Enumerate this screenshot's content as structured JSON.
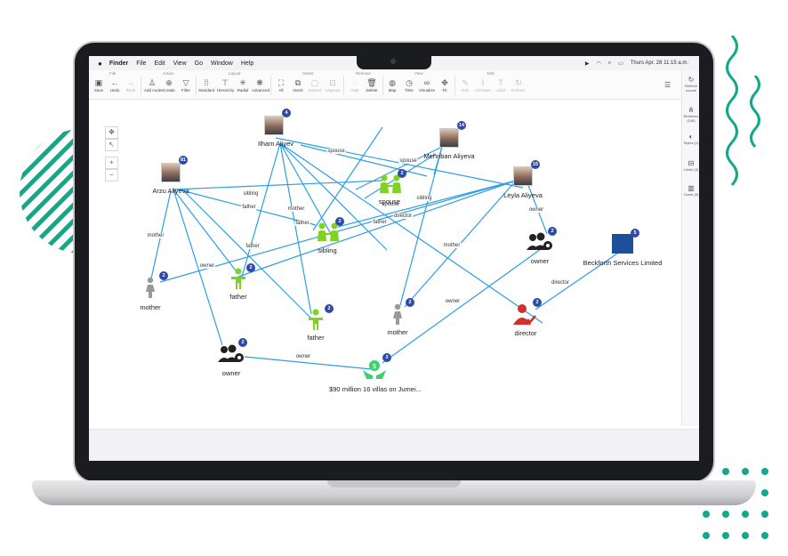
{
  "menubar": {
    "apple": "",
    "items": [
      "Finder",
      "File",
      "Edit",
      "View",
      "Go",
      "Window",
      "Help"
    ],
    "clock": "Thurs Apr. 28 11:15 a.m."
  },
  "toolbar": {
    "groups": [
      "File",
      "Action",
      "Layout",
      "Select",
      "Remove",
      "View",
      "Edit"
    ],
    "buttons": {
      "save": "Save",
      "undo": "Undo",
      "redo": "Redo",
      "add_nodes": "Add nodes",
      "create": "Create",
      "filter": "Filter",
      "standard": "Standard",
      "hierarchy": "Hierarchy",
      "radial": "Radial",
      "advanced": "Advanced",
      "all": "All",
      "invert": "Invert",
      "extend": "Extend",
      "ungroup": "Ungroup",
      "hide": "Hide",
      "delete": "Delete",
      "map": "Map",
      "time": "Time",
      "visualize": "Visualize",
      "fit": "Fit",
      "edit1": "Edit",
      "edit2": "Annotate",
      "edit3": "Label",
      "edit4": "Refresh"
    }
  },
  "rightpanel": {
    "refresh": "Refresh counts",
    "relations": "Relations (108)",
    "styles": "Styles (1)",
    "limits": "Limits (3)",
    "cards": "Cards (0)"
  },
  "nodes": {
    "ilham": "Ilham Aliyev",
    "mehriban": "Mehriban Aliyeva",
    "arzu": "Arzu Aliyeva",
    "leyla": "Leyla Aliyeva",
    "beckforth": "Beckforth Services Limited",
    "spouse_node": "spouse",
    "sibling_node": "sibling",
    "father1": "father",
    "father2": "father",
    "mother1": "mother",
    "mother2": "mother",
    "owner1": "owner",
    "owner2": "owner",
    "director": "director",
    "villas": "$90 million 16 villas on Jumei..."
  },
  "badges": {
    "ilham": "4",
    "mehriban": "14",
    "arzu": "81",
    "leyla": "15",
    "beckforth": "5",
    "spouse_node": "2",
    "sibling_node": "2",
    "father1": "2",
    "father2": "2",
    "mother1": "2",
    "mother2": "2",
    "owner1": "2",
    "owner2": "2",
    "director": "2",
    "villas": "3"
  },
  "edge_labels": {
    "spouse_a": "spouse",
    "spouse_b": "spouse",
    "spouse_c": "spouse",
    "sibling_a": "sibling",
    "sibling_b": "sibling",
    "father_a": "father",
    "father_b": "father",
    "father_c": "father",
    "father_d": "father",
    "mother_a": "mother",
    "mother_b": "mother",
    "mother_c": "mother",
    "owner_a": "owner",
    "owner_b": "owner",
    "owner_c": "owner",
    "owner_d": "owner",
    "director_a": "director",
    "director_b": "director"
  },
  "colors": {
    "edge": "#2e9ee3",
    "badge": "#2f4aa7",
    "green": "#7ed321",
    "red": "#d0312d",
    "teal": "#14a88a"
  }
}
